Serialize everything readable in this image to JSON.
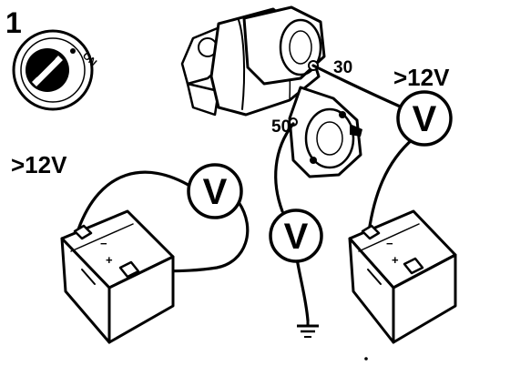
{
  "step_number": "1",
  "ignition": {
    "on_label": "ON"
  },
  "meters": {
    "left_symbol": "V",
    "center_symbol": "V",
    "right_symbol": "V"
  },
  "voltage_labels": {
    "left": ">12V",
    "right": ">12V"
  },
  "terminals": {
    "main": "30",
    "solenoid": "50"
  },
  "battery": {
    "minus_symbol": "−",
    "plus_symbol": "+"
  }
}
